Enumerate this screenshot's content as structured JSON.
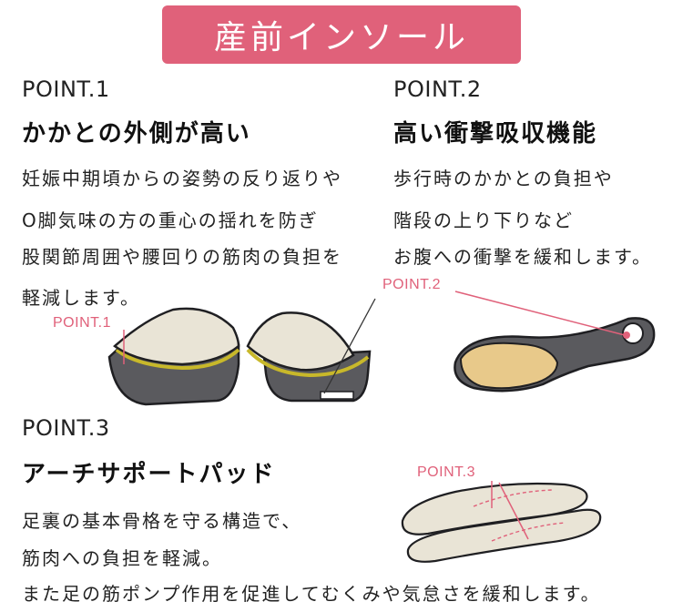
{
  "title": "産前インソール",
  "colors": {
    "accent": "#e0617a",
    "insole_top": "#e9e4d6",
    "insole_shell": "#5a5a5e",
    "insole_edge": "#c8b82a",
    "heel_pad": "#e8c98a"
  },
  "point1": {
    "label": "POINT.1",
    "heading": "かかとの外側が高い",
    "lines": [
      "妊娠中期頃からの姿勢の反り返りや",
      "O脚気味の方の重心の揺れを防ぎ",
      "股関節周囲や腰回りの筋肉の負担を",
      "軽減します。"
    ]
  },
  "point2": {
    "label": "POINT.2",
    "heading": "高い衝撃吸収機能",
    "lines": [
      "歩行時のかかとの負担や",
      "階段の上り下りなど",
      "お腹への衝撃を緩和します。"
    ]
  },
  "point3": {
    "label": "POINT.3",
    "heading": "アーチサポートパッド",
    "lines": [
      "足裏の基本骨格を守る構造で、",
      "筋肉への負担を軽減。",
      "また足の筋ポンプ作用を促進してむくみや気怠さを緩和します。"
    ]
  },
  "callouts": {
    "p1": "POINT.1",
    "p2": "POINT.2",
    "p3": "POINT.3"
  }
}
